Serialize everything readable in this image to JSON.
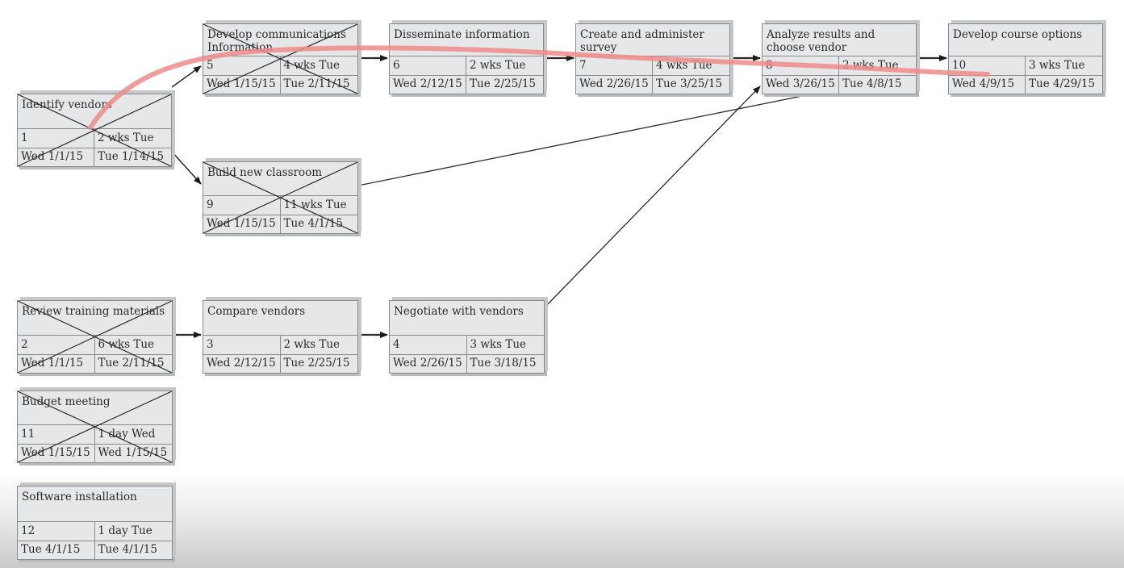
{
  "colors": {
    "critical_path": "#f08a8a",
    "box_fill": "#e6e7e9",
    "line": "#2b2b2b"
  },
  "tasks": [
    {
      "key": "t1",
      "title": "Identify vendors",
      "id": "1",
      "duration": "2 wks Tue",
      "start": "Wed 1/1/15",
      "finish": "Tue 1/14/15",
      "crossed": true
    },
    {
      "key": "t5",
      "title": "Develop communications Information",
      "id": "5",
      "duration": "4 wks Tue",
      "start": "Wed 1/15/15",
      "finish": "Tue 2/11/15",
      "crossed": true
    },
    {
      "key": "t6",
      "title": "Disseminate information",
      "id": "6",
      "duration": "2 wks Tue",
      "start": "Wed 2/12/15",
      "finish": "Tue 2/25/15",
      "crossed": false
    },
    {
      "key": "t7",
      "title": "Create and administer survey",
      "id": "7",
      "duration": "4 wks Tue",
      "start": "Wed 2/26/15",
      "finish": "Tue 3/25/15",
      "crossed": false
    },
    {
      "key": "t8",
      "title": "Analyze results and choose vendor",
      "id": "8",
      "duration": "2 wks Tue",
      "start": "Wed 3/26/15",
      "finish": "Tue 4/8/15",
      "crossed": false
    },
    {
      "key": "t10",
      "title": "Develop course options",
      "id": "10",
      "duration": "3 wks Tue",
      "start": "Wed 4/9/15",
      "finish": "Tue 4/29/15",
      "crossed": false
    },
    {
      "key": "t9",
      "title": "Build new classroom",
      "id": "9",
      "duration": "11 wks Tue",
      "start": "Wed 1/15/15",
      "finish": "Tue 4/1/15",
      "crossed": true
    },
    {
      "key": "t2",
      "title": "Review training materials",
      "id": "2",
      "duration": "6 wks Tue",
      "start": "Wed 1/1/15",
      "finish": "Tue 2/11/15",
      "crossed": true
    },
    {
      "key": "t3",
      "title": "Compare vendors",
      "id": "3",
      "duration": "2 wks Tue",
      "start": "Wed 2/12/15",
      "finish": "Tue 2/25/15",
      "crossed": false
    },
    {
      "key": "t4",
      "title": "Negotiate with vendors",
      "id": "4",
      "duration": "3 wks Tue",
      "start": "Wed 2/26/15",
      "finish": "Tue 3/18/15",
      "crossed": false
    },
    {
      "key": "t11",
      "title": "Budget meeting",
      "id": "11",
      "duration": "1 day Wed",
      "start": "Wed 1/15/15",
      "finish": "Wed 1/15/15",
      "crossed": true
    },
    {
      "key": "t12",
      "title": "Software installation",
      "id": "12",
      "duration": "1 day Tue",
      "start": "Tue 4/1/15",
      "finish": "Tue 4/1/15",
      "crossed": false
    }
  ],
  "dependencies": [
    {
      "from": "t1",
      "to": "t5"
    },
    {
      "from": "t1",
      "to": "t9"
    },
    {
      "from": "t5",
      "to": "t6"
    },
    {
      "from": "t6",
      "to": "t7"
    },
    {
      "from": "t7",
      "to": "t8"
    },
    {
      "from": "t8",
      "to": "t10"
    },
    {
      "from": "t9",
      "to": "t8"
    },
    {
      "from": "t2",
      "to": "t3"
    },
    {
      "from": "t3",
      "to": "t4"
    },
    {
      "from": "t4",
      "to": "t8"
    }
  ]
}
